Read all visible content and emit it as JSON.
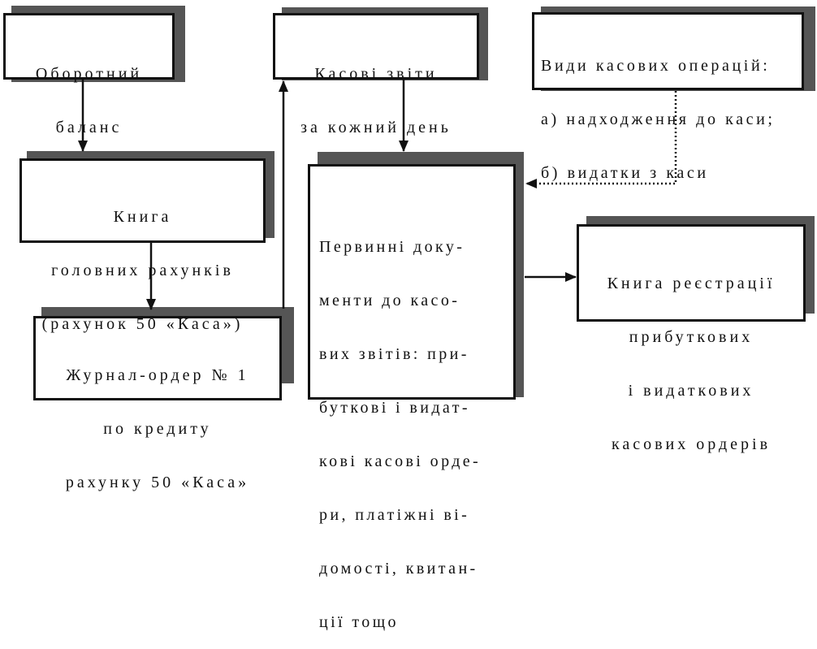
{
  "boxes": {
    "turnover_balance": {
      "lines": [
        "Оборотний",
        "баланс"
      ]
    },
    "cash_reports": {
      "lines": [
        "Касові звіти",
        "за кожний день"
      ]
    },
    "cash_operations": {
      "lines": [
        "Види касових операцій:",
        "а) надходження до каси;",
        "б) видатки з каси"
      ]
    },
    "general_ledger": {
      "lines": [
        "Книга",
        "головних рахунків",
        "(рахунок 50 «Каса»)"
      ]
    },
    "primary_documents": {
      "lines": [
        "Первинні доку-",
        "менти до касо-",
        "вих звітів: при-",
        "буткові і видат-",
        "кові касові орде-",
        "ри, платіжні ві-",
        "домості, квитан-",
        "ції тощо"
      ]
    },
    "register_book": {
      "lines": [
        "Книга реєстрації",
        "прибуткових",
        "і видаткових",
        "касових ордерів"
      ]
    },
    "journal_order": {
      "lines": [
        "Журнал-ордер № 1",
        "по кредиту",
        "рахунку 50 «Каса»"
      ]
    }
  }
}
